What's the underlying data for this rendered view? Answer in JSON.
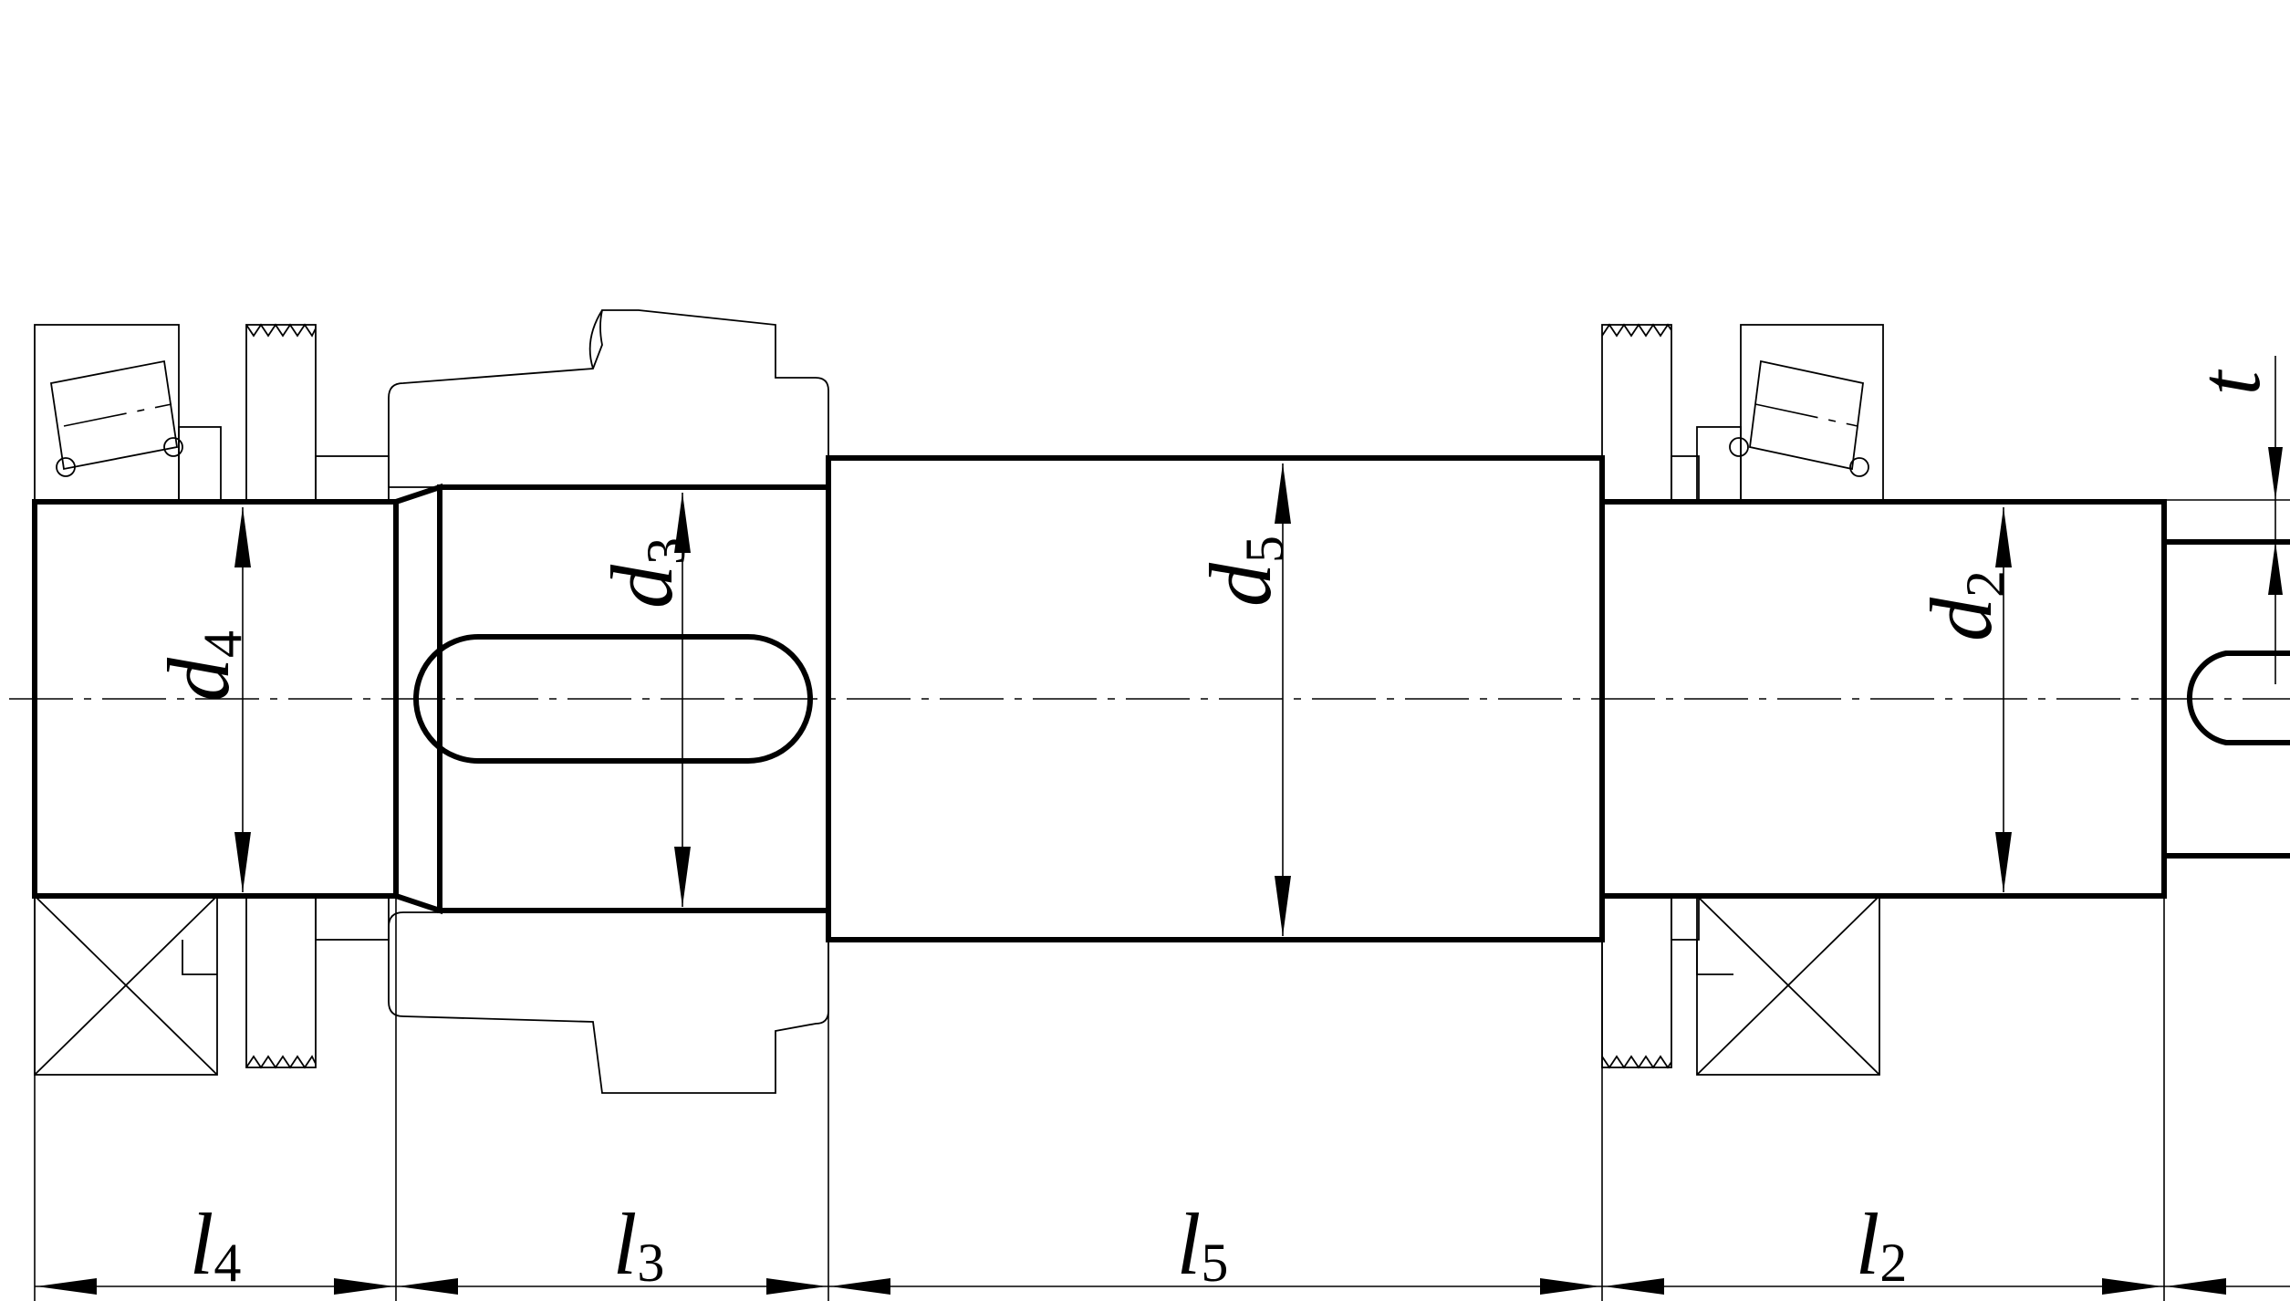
{
  "dimensions": {
    "diameters": [
      {
        "symbol": "d",
        "subscript": "4"
      },
      {
        "symbol": "d",
        "subscript": "3"
      },
      {
        "symbol": "d",
        "subscript": "5"
      },
      {
        "symbol": "d",
        "subscript": "2"
      }
    ],
    "lengths": [
      {
        "symbol": "l",
        "subscript": "4"
      },
      {
        "symbol": "l",
        "subscript": "3"
      },
      {
        "symbol": "l",
        "subscript": "5"
      },
      {
        "symbol": "l",
        "subscript": "2"
      }
    ],
    "depth": {
      "symbol": "t"
    }
  }
}
